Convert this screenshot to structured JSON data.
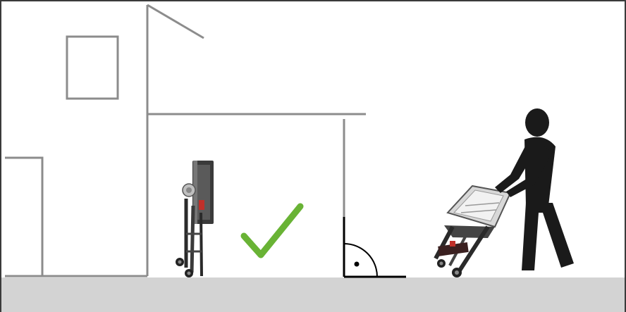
{
  "scene": {
    "icons": {
      "house": "house-outline",
      "folded_stand": "folded-tool-stand",
      "approval": "check-mark",
      "right_angle": "right-angle-marker",
      "person": "person-silhouette",
      "stand_being_moved": "tool-stand-on-wheels"
    },
    "colors": {
      "outline": "#8c8c8c",
      "ground": "#d3d3d3",
      "check": "#69b335",
      "silhouette": "#1a1a1a",
      "angle_line": "#000000"
    }
  }
}
